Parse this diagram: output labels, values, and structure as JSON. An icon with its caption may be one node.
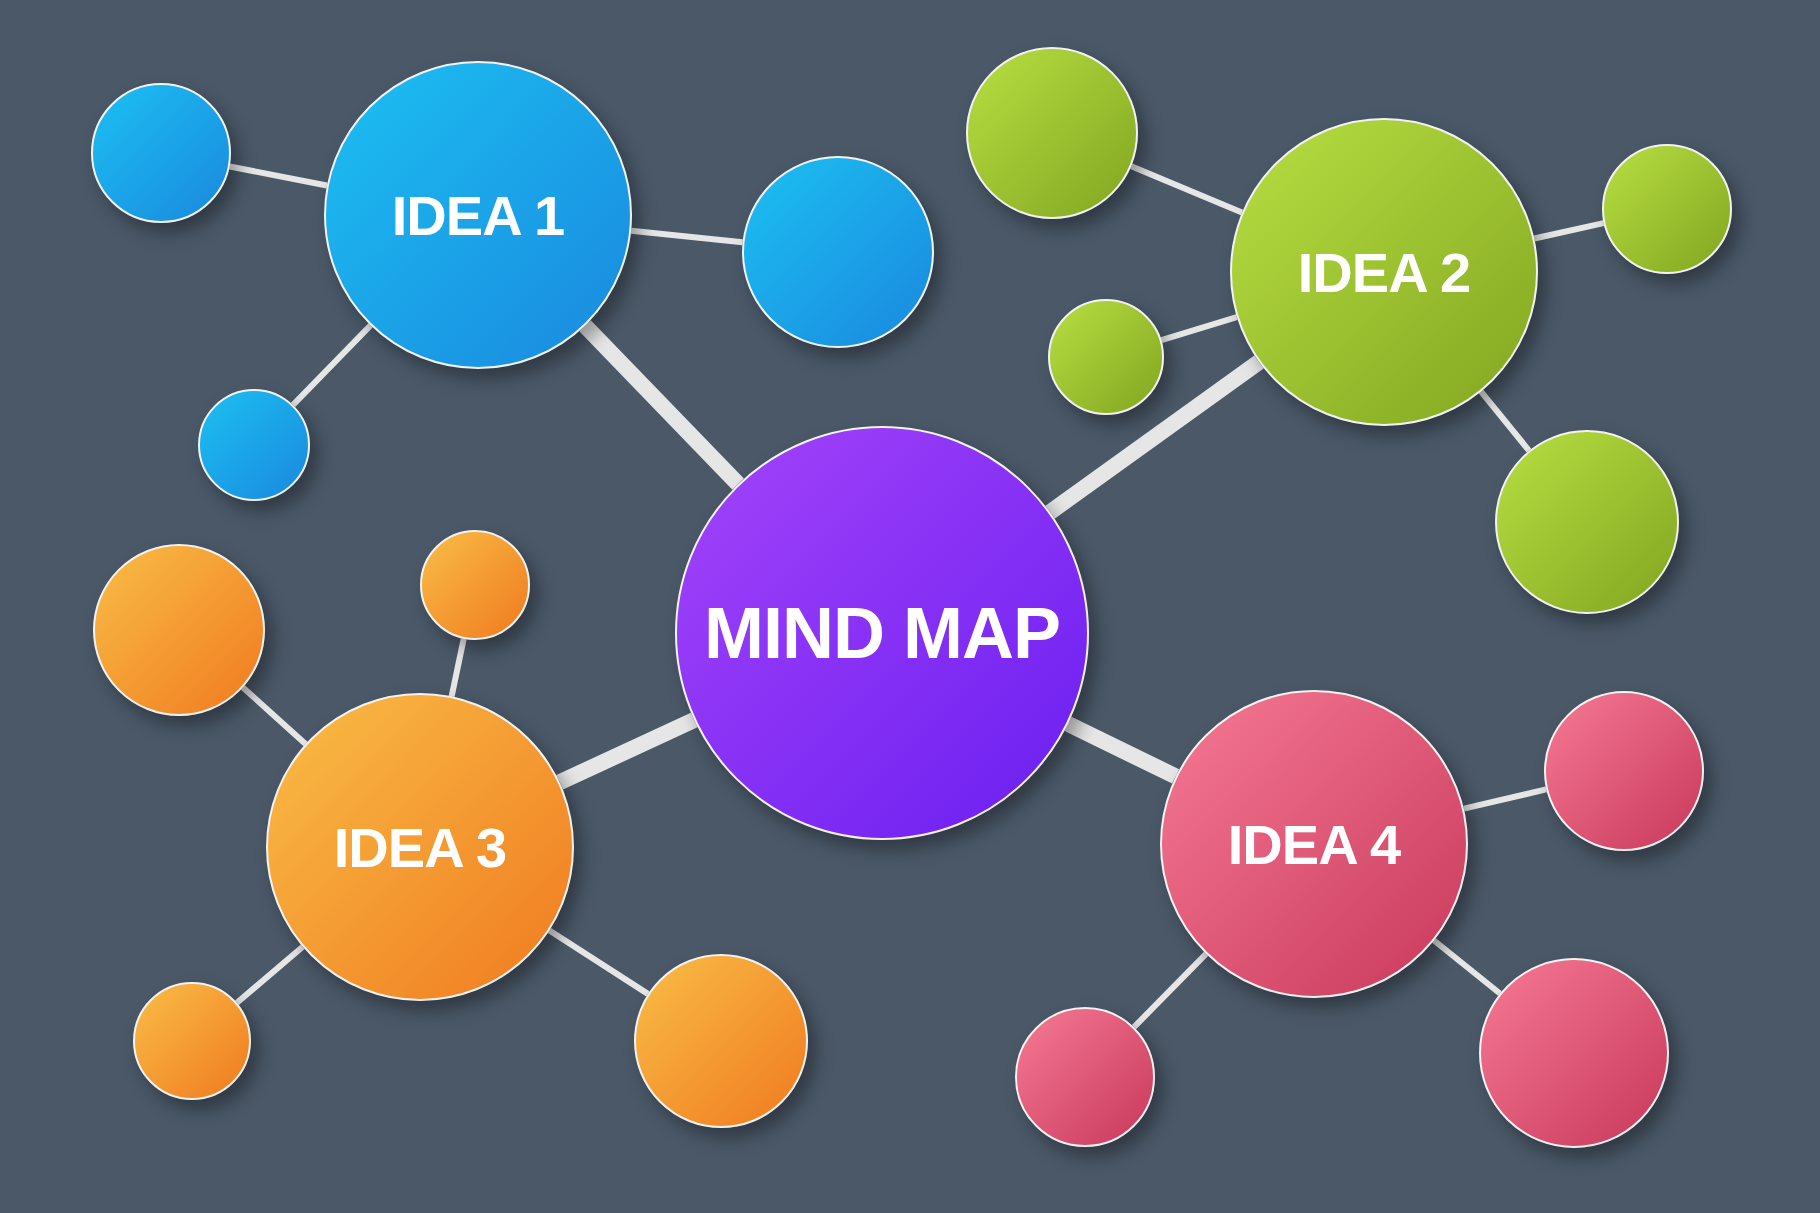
{
  "diagram": {
    "nodes": [
      {
        "text": [
          "IDEA 1"
        ]
      },
      {
        "text": [
          "IDEA 2"
        ]
      },
      {
        "text": [
          "MIND MAP"
        ]
      },
      {
        "text": [
          "IDEA 3"
        ]
      },
      {
        "text": [
          "IDEA 4"
        ]
      },
      {
        "text": [],
        "shape": "circle"
      },
      {
        "text": [],
        "shape": "circle"
      },
      {
        "text": [],
        "shape": "circle"
      },
      {
        "text": [],
        "shape": "circle"
      },
      {
        "text": [],
        "shape": "circle"
      },
      {
        "text": [],
        "shape": "circle"
      },
      {
        "text": [],
        "shape": "circle"
      },
      {
        "text": [],
        "shape": "circle"
      },
      {
        "text": [],
        "shape": "circle"
      },
      {
        "text": [],
        "shape": "circle"
      },
      {
        "text": [],
        "shape": "circle"
      },
      {
        "text": [],
        "shape": "circle"
      },
      {
        "text": [],
        "shape": "circle"
      },
      {
        "text": [],
        "shape": "circle"
      }
    ],
    "edges": [
      {
        "from": 2,
        "to": 0,
        "arrow": "none",
        "style": "thick"
      },
      {
        "from": 2,
        "to": 1,
        "arrow": "none",
        "style": "thick"
      },
      {
        "from": 2,
        "to": 3,
        "arrow": "none",
        "style": "thick"
      },
      {
        "from": 2,
        "to": 4,
        "arrow": "none",
        "style": "thick"
      },
      {
        "from": 0,
        "to": 5,
        "arrow": "none"
      },
      {
        "from": 0,
        "to": 6,
        "arrow": "none"
      },
      {
        "from": 0,
        "to": 7,
        "arrow": "none"
      },
      {
        "from": 1,
        "to": 8,
        "arrow": "none"
      },
      {
        "from": 1,
        "to": 9,
        "arrow": "none"
      },
      {
        "from": 1,
        "to": 10,
        "arrow": "none"
      },
      {
        "from": 1,
        "to": 11,
        "arrow": "none"
      },
      {
        "from": 3,
        "to": 12,
        "arrow": "none"
      },
      {
        "from": 3,
        "to": 13,
        "arrow": "none"
      },
      {
        "from": 3,
        "to": 14,
        "arrow": "none"
      },
      {
        "from": 3,
        "to": 15,
        "arrow": "none"
      },
      {
        "from": 4,
        "to": 16,
        "arrow": "none"
      },
      {
        "from": 4,
        "to": 17,
        "arrow": "none"
      },
      {
        "from": 4,
        "to": 18,
        "arrow": "none"
      }
    ]
  }
}
